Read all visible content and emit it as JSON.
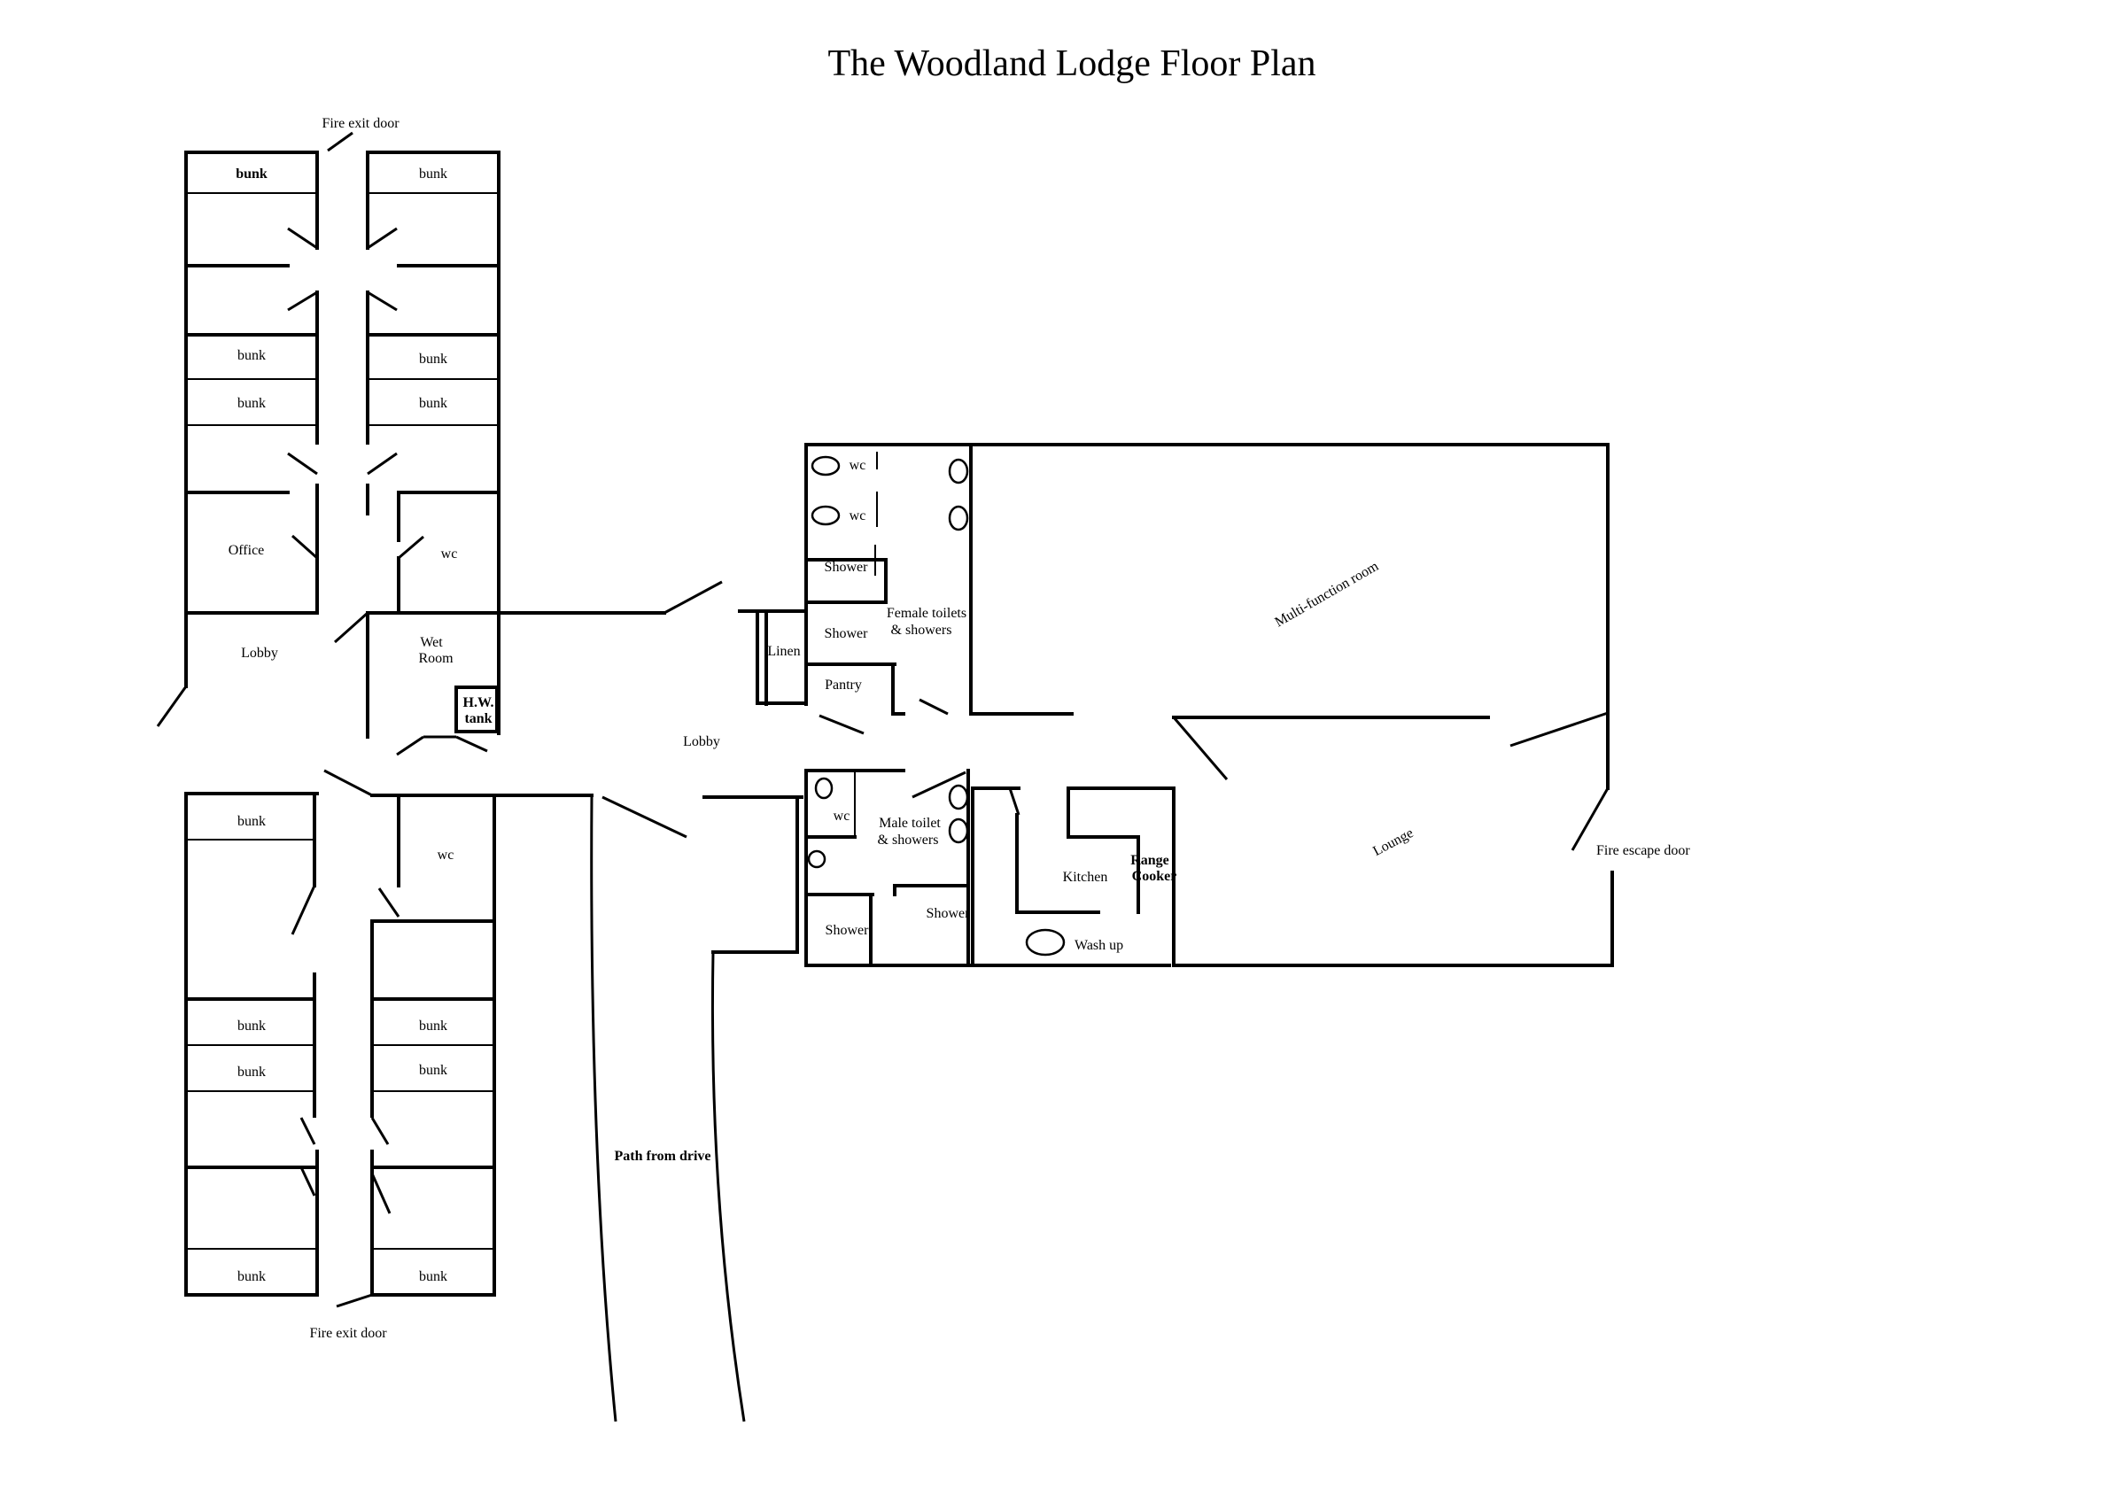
{
  "title": "The Woodland Lodge Floor Plan",
  "labels": {
    "fire_exit_top": "Fire exit door",
    "fire_exit_bottom": "Fire exit door",
    "bunk": "bunk",
    "office": "Office",
    "wc": "wc",
    "lobby": "Lobby",
    "wet_room_1": "Wet",
    "wet_room_2": "Room",
    "hw_tank_1": "H.W.",
    "hw_tank_2": "tank",
    "linen": "Linen",
    "pantry": "Pantry",
    "shower": "Shower",
    "female_1": "Female toilets",
    "female_2": "& showers",
    "male_1": "Male toilet",
    "male_2": "& showers",
    "kitchen": "Kitchen",
    "range_1": "Range",
    "range_2": "Cooker",
    "wash_up": "Wash up",
    "multi_function": "Multi-function room",
    "lounge": "Lounge",
    "fire_escape": "Fire escape door",
    "path": "Path from drive"
  }
}
